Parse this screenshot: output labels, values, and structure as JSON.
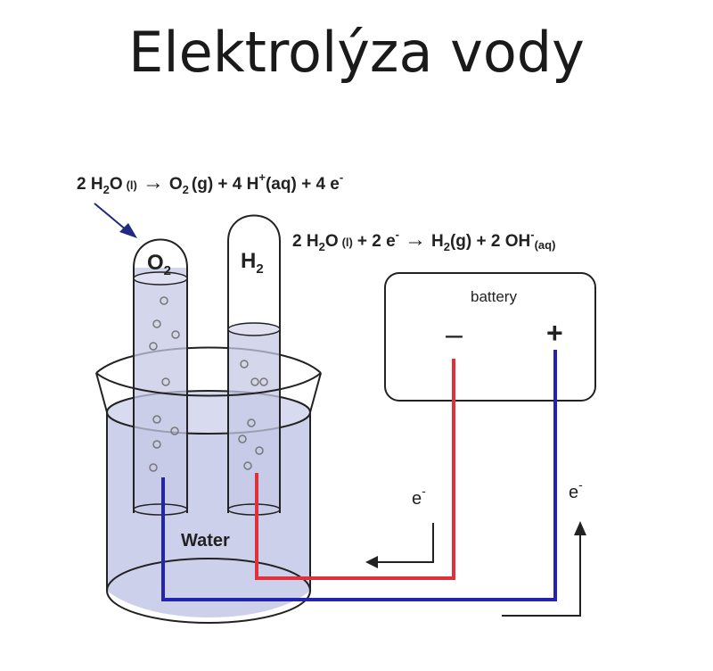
{
  "title": "Elektrolýza vody",
  "equations": {
    "anode": {
      "p1": "2 H",
      "s1": "2",
      "p2": "O",
      "s2": "(l)",
      "arrow": "→",
      "p3": "O",
      "s3": "2",
      "p4": "(g) + 4 H",
      "sup4": "+",
      "p5": "(aq) + 4 e",
      "sup5": "-"
    },
    "cathode": {
      "p1": "2 H",
      "s1": "2",
      "p2": "O",
      "s2": "(l)",
      "p3": "+ 2 e",
      "sup3": "-",
      "arrow": "→",
      "p4": "H",
      "s4": "2",
      "p5": "(g) + 2 OH",
      "sup5": "-",
      "s5": "(aq)"
    }
  },
  "gases": {
    "oxygen": {
      "main": "O",
      "sub": "2"
    },
    "hydrogen": {
      "main": "H",
      "sub": "2"
    }
  },
  "battery": {
    "label": "battery",
    "negative": "–",
    "positive": "+"
  },
  "beaker_label": "Water",
  "electron_left": {
    "main": "e",
    "sup": "-"
  },
  "electron_right": {
    "main": "e",
    "sup": "-"
  },
  "colors": {
    "red_wire": "#e0303a",
    "blue_wire": "#2323b0",
    "water": "#cdd0ea",
    "tube": "#c6c9e6"
  }
}
